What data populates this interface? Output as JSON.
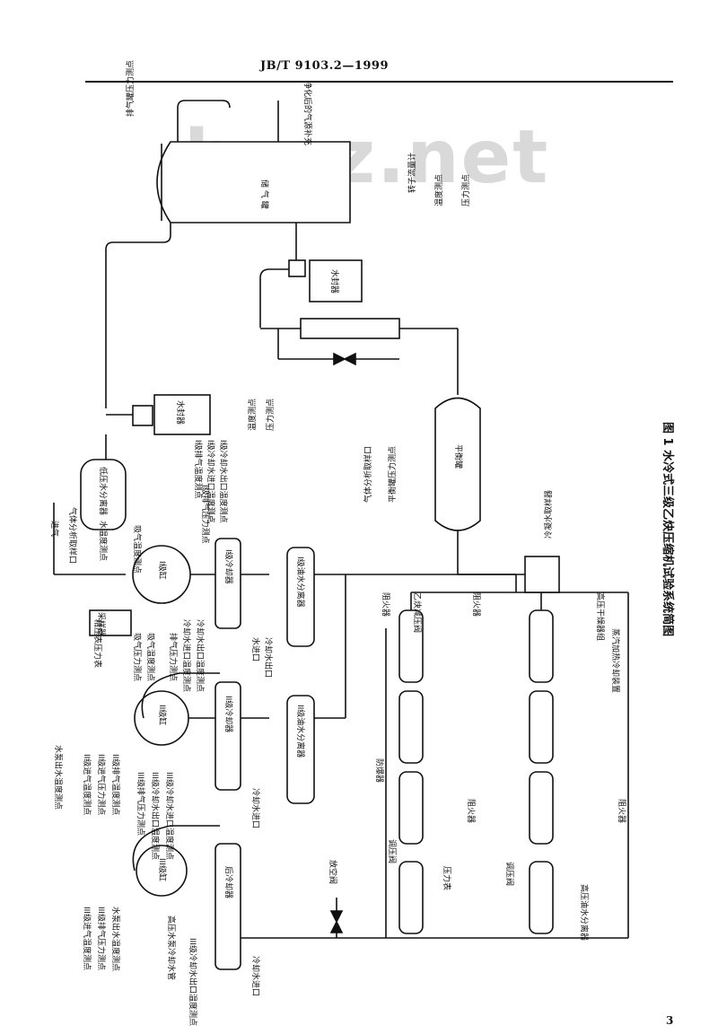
{
  "header": {
    "standard_no": "JB/T 9103.2—1999"
  },
  "page_number": "3",
  "watermark": "bzxz.net",
  "caption": "图 1  水冷式三级乙炔压缩机试验系统简图",
  "vessels": {
    "buffer_tank": "储 气 罐",
    "water_seal_top": "水封器",
    "water_seal_left": "水封器",
    "balance_tank": "平衡罐",
    "cyl1": "I级缸",
    "cyl2": "II级缸",
    "cyl3": "III级缸",
    "cooler1": "I级冷却器",
    "cooler2": "II级冷却器",
    "cooler3": "后冷却器",
    "sep1": "I级油水分离器",
    "sep2": "II级油水分离器",
    "lowsep": "低压水分离器"
  },
  "labels": {
    "exhaust_pressure_tank": "排气罐压力测点",
    "purified_gas": "净化后的气源补充",
    "rotameter": "转子流量计",
    "temp_pt": "温度测点",
    "press_pt": "压力测点",
    "temp_pt_left": "温度测点",
    "press_pt_left": "压力测点",
    "gas_sample": "气体分析取样口",
    "balance_press": "平衡罐压力测点",
    "dryer_sample": "冷凝水取样器",
    "flame_arrester": "阻火器",
    "acetylene_valve": "乙炔减压阀",
    "flame_arrester2": "阻火器",
    "dryer_label": "高压干燥器组",
    "explosion_proof": "防爆器",
    "flame_arrester3": "阻火器",
    "flame_arrester4": "阻火器",
    "regulator1": "调压阀",
    "pressure_gauge": "压力表",
    "regulator2": "调压阀",
    "high_pressure_sep": "高压油水分离器",
    "vent_valve": "放空阀",
    "intake_label": "进气",
    "sample_port": "气体分析取样口",
    "water_temp_pt": "水温度测点",
    "intake_temp": "吸气温度测点",
    "precise_meter": "精压表压力表",
    "intake_press": "吸气压力测点",
    "intake_temp2": "吸气温度测点",
    "exhaust_press": "排气压力测点",
    "water_in_temp": "冷却水进口温度测点",
    "water_out_temp": "冷却水出口温度测点",
    "cooler_water1": "I级冷却水进口温度测点",
    "cooler_water2": "I级冷却水出口温度测点",
    "c1_gas_temp": "I级排气温度测点",
    "c1_press": "I级排气压力测点",
    "water_in1": "水进口",
    "water_out1": "冷却水出口",
    "l1": "水泵出水温度测点",
    "l2": "II级进气温度测点",
    "l3": "II级进气压力测点",
    "l4": "II级排气温度测点",
    "l5": "III级排气压力测点",
    "l6": "III级冷却水出口温度测点",
    "l7": "III级冷却水进口温度测点",
    "l8": "III级进气温度测点",
    "l9": "III级排气压力测点",
    "l10": "水泵出水温度测点",
    "l11": "III级冷却水出口温度测点",
    "water_in2": "冷却水进口",
    "water_in3": "冷却水进口",
    "pump_note": "高压水泵冷却水管",
    "sampler": "采样器",
    "pump_note2": "蒸汽加热冷却装置"
  }
}
